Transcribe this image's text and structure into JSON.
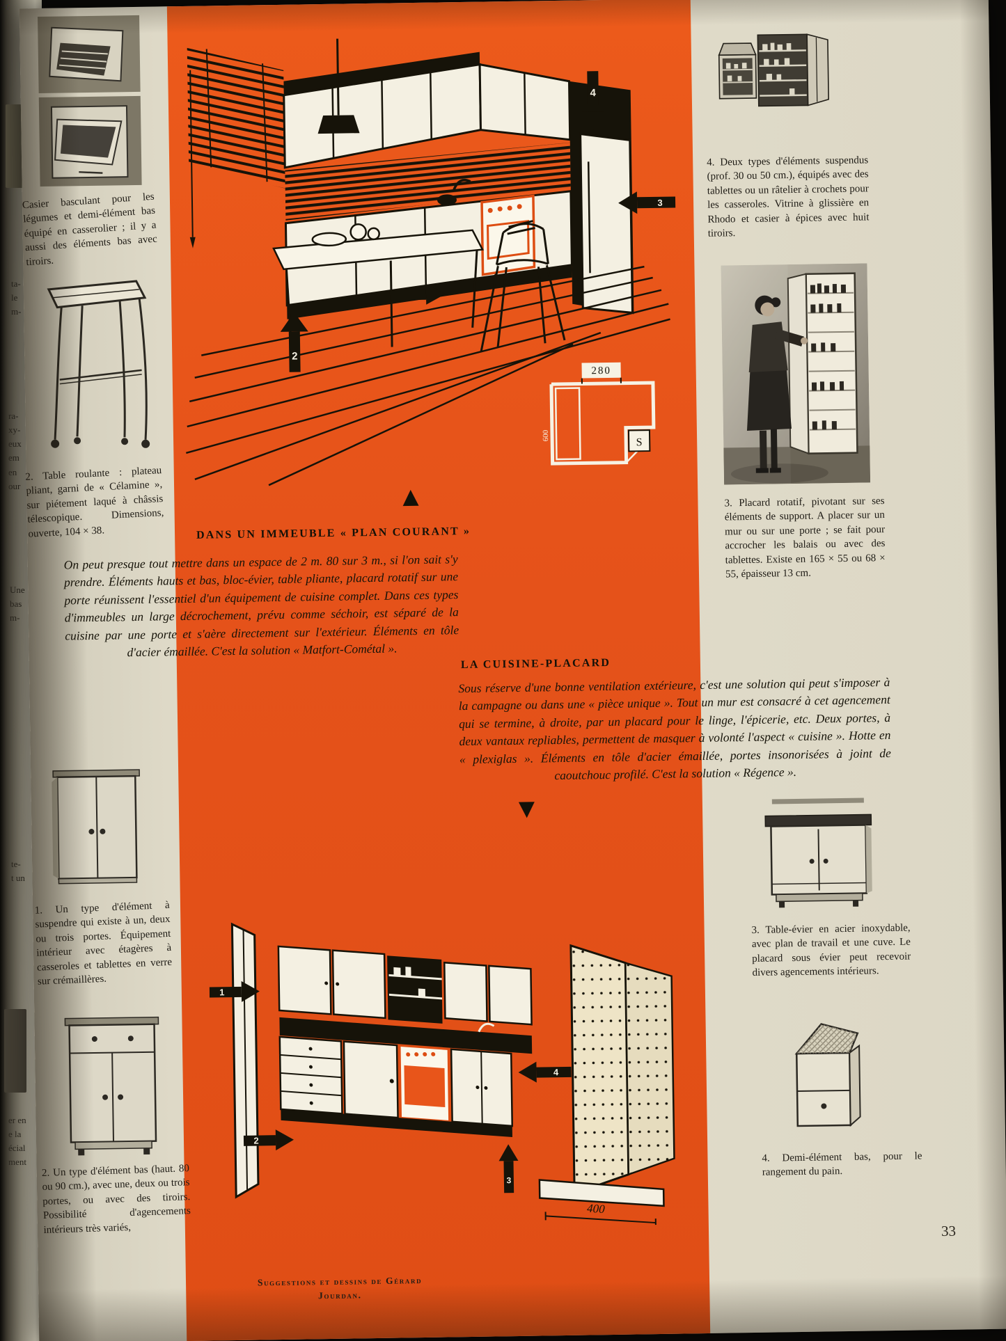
{
  "page": {
    "number": "33"
  },
  "gutter_fragments": [
    "ta-\nle\nm-",
    "ra-\nxy-\neux\nem\nen\nour",
    "Une\nbas\nm-",
    "te-\nt un",
    "er en\ne la\nécial\nment"
  ],
  "left_column": {
    "captions": [
      "Casier basculant pour les légumes et demi-élément bas équipé en casserolier ; il y a aussi des éléments bas avec tiroirs.",
      "2. Table roulante : plateau pliant, garni de « Célamine », sur piétement laqué à châssis télescopique. Dimensions, ouverte, 104 × 38.",
      "1. Un type d'élément à suspendre qui existe à un, deux ou trois portes. Équipement intérieur avec étagères à casseroles et tablettes en verre sur crémaillères.",
      "2. Un type d'élément bas (haut. 80 ou 90 cm.), avec une, deux ou trois portes, ou avec des tiroirs. Possibilité d'agencements intérieurs très variés,"
    ]
  },
  "center": {
    "marker_up": "▲",
    "marker_down": "▼",
    "section1": {
      "heading": "DANS UN IMMEUBLE « PLAN COURANT »",
      "body": "On peut presque tout mettre dans un espace de 2 m. 80 sur 3 m., si l'on sait s'y prendre. Éléments hauts et bas, bloc-évier, table pliante, placard rotatif sur une porte réunissent l'essentiel d'un équipement de cuisine complet. Dans ces types d'immeubles un large décrochement, prévu comme séchoir, est séparé de la cuisine par une porte et s'aère directement sur l'extérieur. Éléments en tôle d'acier émaillée. C'est la solution « Matfort-Cométal »."
    },
    "section2": {
      "heading": "LA CUISINE-PLACARD",
      "body": "Sous réserve d'une bonne ventilation extérieure, c'est une solution qui peut s'imposer à la campagne ou dans une « pièce unique ». Tout un mur est consacré à cet agencement qui se termine, à droite, par un placard pour le linge, l'épicerie, etc. Deux portes, à deux vantaux repliables, permettent de masquer à volonté l'aspect « cuisine ». Hotte en « plexiglas ». Éléments en tôle d'acier émaillée, portes insonorisées à joint de caoutchouc profilé. C'est la solution « Régence »."
    },
    "plan": {
      "width_label": "280",
      "height_label": "600",
      "room_letter": "S"
    },
    "bottom_dim": "400",
    "top_arrows": [
      "2",
      "3",
      "4"
    ],
    "bottom_arrows": [
      "1",
      "2",
      "3",
      "4"
    ],
    "credit": "Suggestions et dessins de Gérard Jourdan."
  },
  "right_column": {
    "captions": [
      "4. Deux types d'éléments suspendus (prof. 30 ou 50 cm.), équipés avec des tablettes ou un râtelier à crochets pour les casseroles. Vitrine à glissière en Rhodo et casier à épices avec huit tiroirs.",
      "3. Placard rotatif, pivotant sur ses éléments de support. A placer sur un mur ou sur une porte ; se fait pour accrocher les balais ou avec des tablettes. Existe en 165 × 55 ou 68 × 55, épaisseur 13 cm.",
      "3. Table-évier en acier inoxydable, avec plan de travail et une cuve. Le placard sous évier peut recevoir divers agencements intérieurs.",
      "4. Demi-élément bas, pour le rangement du pain."
    ]
  }
}
